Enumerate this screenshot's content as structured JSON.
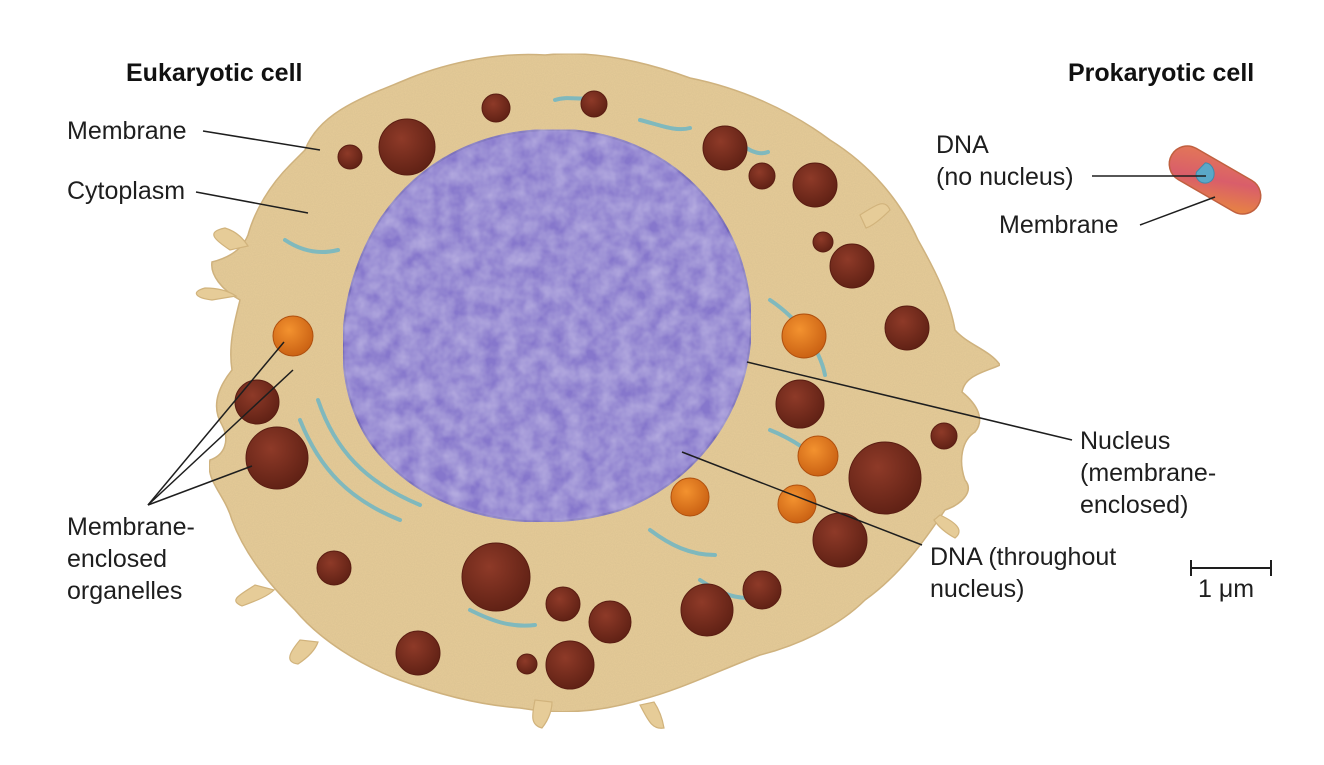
{
  "eukaryote": {
    "title": "Eukaryotic cell",
    "labels": {
      "membrane": "Membrane",
      "cytoplasm": "Cytoplasm",
      "organelles_line1": "Membrane-",
      "organelles_line2": "enclosed",
      "organelles_line3": "organelles",
      "nucleus_line1": "Nucleus",
      "nucleus_line2": "(membrane-",
      "nucleus_line3": "enclosed)",
      "dna_line1": "DNA (throughout",
      "dna_line2": "nucleus)"
    }
  },
  "prokaryote": {
    "title": "Prokaryotic cell",
    "labels": {
      "dna_line1": "DNA",
      "dna_line2": "(no nucleus)",
      "membrane": "Membrane"
    }
  },
  "scale_bar": {
    "label": "1 μm"
  },
  "colors": {
    "cytoplasm": "#e8cf9c",
    "nucleus": "#8c7fd0",
    "dark_organelle": "#7a2e1f",
    "orange_organelle": "#e8781c",
    "membrane_strands": "#6fb6c4",
    "leader_lines": "#1e1e1e"
  }
}
